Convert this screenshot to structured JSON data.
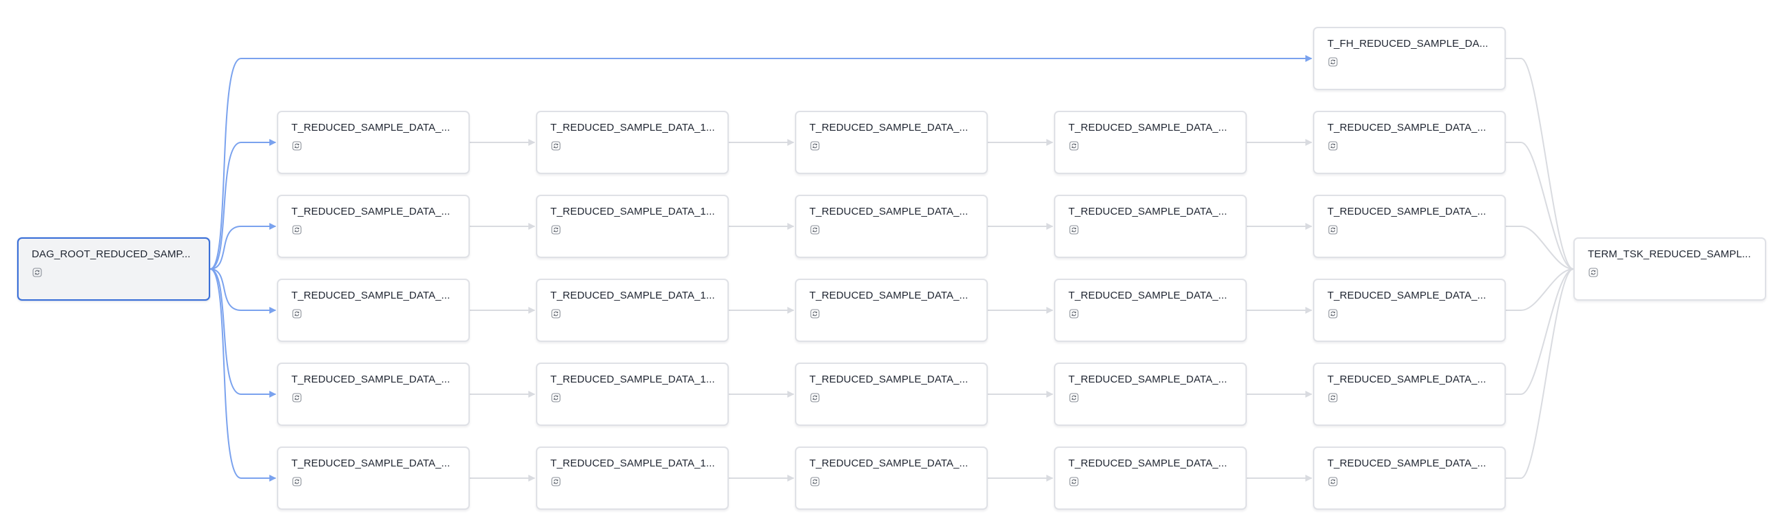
{
  "canvas": {
    "edge_color_active": "#7aa2ee",
    "edge_color_default": "#d9dbe0",
    "selected_border": "#3a6fd8"
  },
  "icons": {
    "task": "refresh-task-icon"
  },
  "root": {
    "id": "root",
    "label": "DAG_ROOT_REDUCED_SAMP...",
    "selected": true
  },
  "finalizer": {
    "id": "fh",
    "label": "T_FH_REDUCED_SAMPLE_DA..."
  },
  "terminal": {
    "id": "term",
    "label": "TERM_TSK_REDUCED_SAMPL..."
  },
  "grid": [
    [
      "T_REDUCED_SAMPLE_DATA_...",
      "T_REDUCED_SAMPLE_DATA_1...",
      "T_REDUCED_SAMPLE_DATA_...",
      "T_REDUCED_SAMPLE_DATA_...",
      "T_REDUCED_SAMPLE_DATA_..."
    ],
    [
      "T_REDUCED_SAMPLE_DATA_...",
      "T_REDUCED_SAMPLE_DATA_1...",
      "T_REDUCED_SAMPLE_DATA_...",
      "T_REDUCED_SAMPLE_DATA_...",
      "T_REDUCED_SAMPLE_DATA_..."
    ],
    [
      "T_REDUCED_SAMPLE_DATA_...",
      "T_REDUCED_SAMPLE_DATA_1...",
      "T_REDUCED_SAMPLE_DATA_...",
      "T_REDUCED_SAMPLE_DATA_...",
      "T_REDUCED_SAMPLE_DATA_..."
    ],
    [
      "T_REDUCED_SAMPLE_DATA_...",
      "T_REDUCED_SAMPLE_DATA_1...",
      "T_REDUCED_SAMPLE_DATA_...",
      "T_REDUCED_SAMPLE_DATA_...",
      "T_REDUCED_SAMPLE_DATA_..."
    ],
    [
      "T_REDUCED_SAMPLE_DATA_...",
      "T_REDUCED_SAMPLE_DATA_1...",
      "T_REDUCED_SAMPLE_DATA_...",
      "T_REDUCED_SAMPLE_DATA_...",
      "T_REDUCED_SAMPLE_DATA_..."
    ]
  ]
}
